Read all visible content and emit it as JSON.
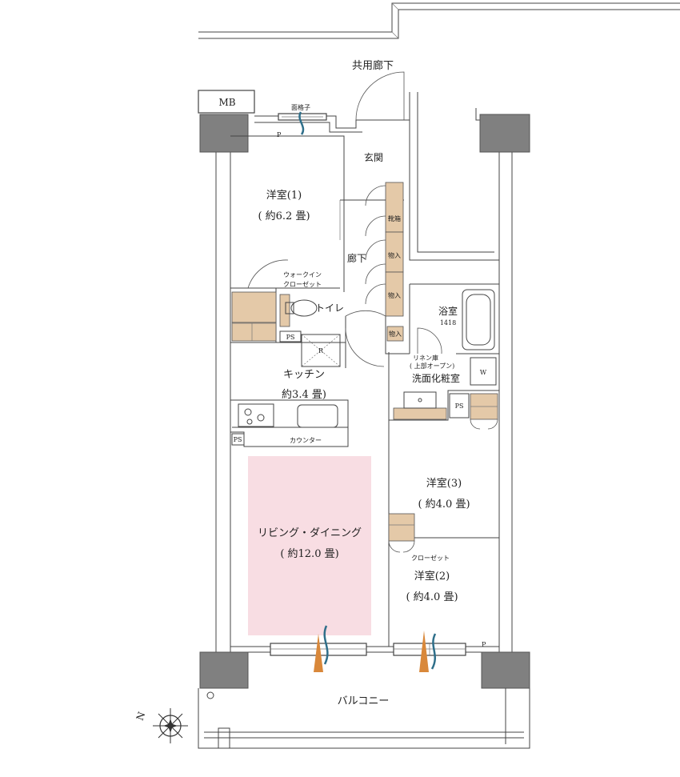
{
  "labels": {
    "corridor": "共用廊下",
    "mb": "MB",
    "lattice": "面格子",
    "entrance": "玄関",
    "hallway": "廊下",
    "shoe_box": "靴箱",
    "storage_1": "物入",
    "storage_2": "物入",
    "storage_3": "物入",
    "western1_name": "洋室(1)",
    "western1_size": "( 約6.2 畳)",
    "wic_line1": "ウォークイン",
    "wic_line2": "クローゼット",
    "toilet": "トイレ",
    "ps_1": "PS",
    "ps_2": "PS",
    "ps_3": "PS",
    "p_1": "P",
    "p_2": "P",
    "refrigerator": "R",
    "kitchen_name": "キッチン",
    "kitchen_size": "約3.4 畳)",
    "counter": "カウンター",
    "bath_name": "浴室",
    "bath_size": "1418",
    "linen_line1": "リネン庫",
    "linen_line2": "( 上部オープン)",
    "washroom": "洗面化粧室",
    "washer": "W",
    "western3_name": "洋室(3)",
    "western3_size": "( 約4.0 畳)",
    "closet": "クローゼット",
    "western2_name": "洋室(2)",
    "western2_size": "( 約4.0 畳)",
    "living_name": "リビング・ダイニング",
    "living_size": "( 約12.0 畳)",
    "balcony": "バルコニー",
    "north": "N"
  },
  "colors": {
    "ldk_fill": "#f8dde3",
    "storage_fill": "#e4c9a8",
    "pillar": "#808080",
    "air_blue": "#2f6f8a",
    "air_orange": "#d9883a"
  },
  "icons": {
    "airflow": "airflow-arrow-icon",
    "compass": "compass-icon"
  }
}
